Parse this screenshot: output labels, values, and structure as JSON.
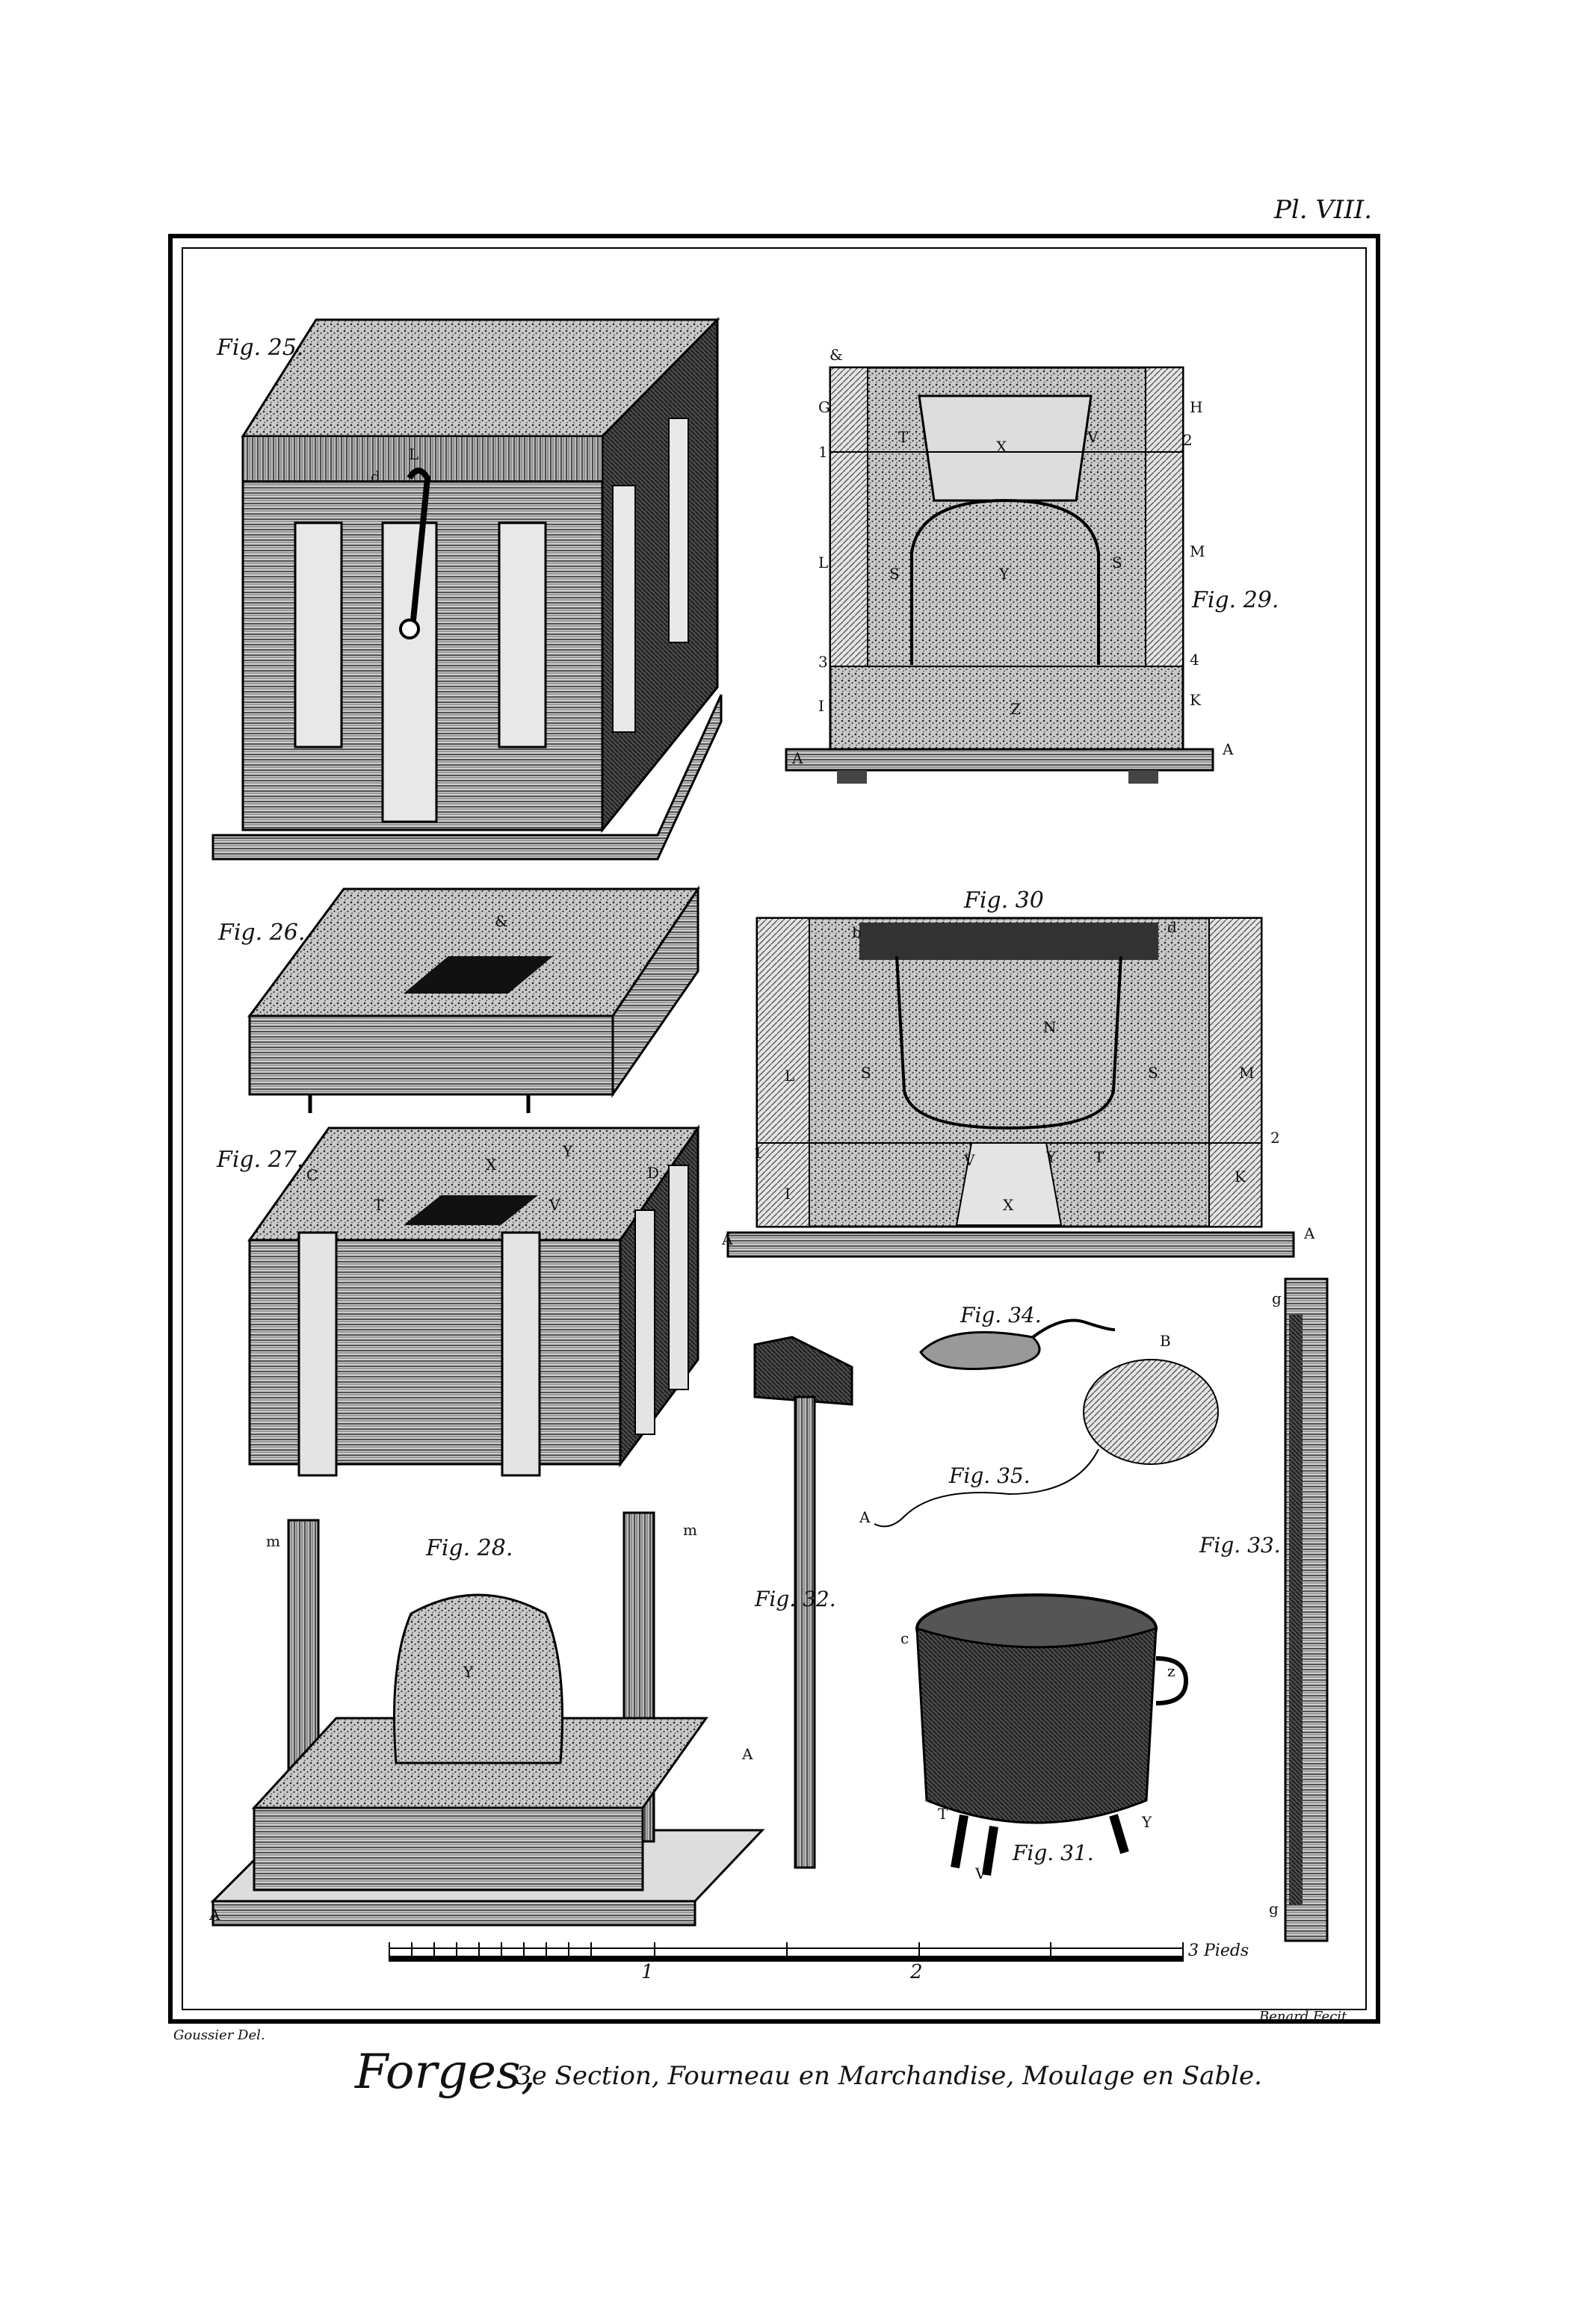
{
  "plate": {
    "number": "Pl. VIII.",
    "title_main": "Forges,",
    "title_rest": "3e Section, Fourneau en Marchandise, Moulage en Sable.",
    "draughtsman": "Goussier Del.",
    "engraver": "Benard Fecit."
  },
  "figures": {
    "fig25": "Fig. 25.",
    "fig26": "Fig. 26.",
    "fig27": "Fig. 27.",
    "fig28": "Fig. 28.",
    "fig29": "Fig. 29.",
    "fig30": "Fig. 30",
    "fig31": "Fig. 31.",
    "fig32": "Fig. 32.",
    "fig33": "Fig. 33.",
    "fig34": "Fig. 34.",
    "fig35": "Fig. 35."
  },
  "scale": {
    "ticks": [
      "1",
      "2"
    ],
    "end_label": "3 Pieds"
  },
  "letters": {
    "fig25": [
      "L",
      "d"
    ],
    "fig26": [
      "&"
    ],
    "fig27": [
      "X",
      "Y",
      "C",
      "D",
      "T",
      "V"
    ],
    "fig28": [
      "m",
      "m",
      "Y",
      "A",
      "A"
    ],
    "fig29": [
      "&",
      "G",
      "H",
      "1",
      "2",
      "T",
      "X",
      "V",
      "L",
      "M",
      "S",
      "Y",
      "S",
      "3",
      "4",
      "I",
      "K",
      "Z",
      "A",
      "A"
    ],
    "fig30": [
      "b",
      "d",
      "N",
      "L",
      "S",
      "S",
      "M",
      "1",
      "2",
      "I",
      "V",
      "Y",
      "T",
      "K",
      "X",
      "A",
      "A"
    ],
    "fig31": [
      "c",
      "z",
      "T",
      "Y",
      "V"
    ],
    "fig35": [
      "B",
      "A"
    ],
    "fig33": [
      "g",
      "g"
    ]
  }
}
